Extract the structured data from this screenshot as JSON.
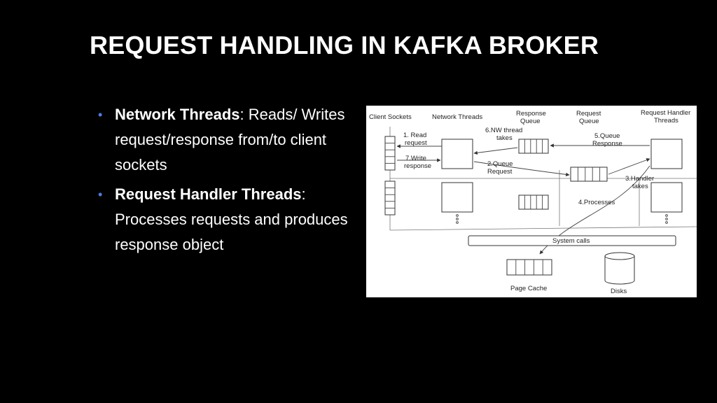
{
  "slide": {
    "title": "REQUEST HANDLING IN KAFKA BROKER",
    "bullets": [
      {
        "bold": "Network Threads",
        "text": ": Reads/ Writes request/response from/to client sockets"
      },
      {
        "bold": "Request Handler Threads",
        "text": ": Processes requests and produces response object"
      }
    ],
    "accent_color": "#4a7fe0"
  },
  "diagram": {
    "headers": {
      "client_sockets": "Client Sockets",
      "network_threads": "Network Threads",
      "response_queue_1": "Response",
      "response_queue_2": "Queue",
      "request_queue_1": "Request",
      "request_queue_2": "Queue",
      "handler_threads_1": "Request Handler",
      "handler_threads_2": "Threads"
    },
    "steps": {
      "s1_a": "1. Read",
      "s1_b": "request",
      "s7_a": "7.Write",
      "s7_b": "response",
      "s6_a": "6.NW thread",
      "s6_b": "takes",
      "s2_a": "2.Queue",
      "s2_b": "Request",
      "s5_a": "5.Queue",
      "s5_b": "Response",
      "s3_a": "3.Handler",
      "s3_b": "takes",
      "s4": "4.Processes"
    },
    "system_calls": "System calls",
    "page_cache": "Page Cache",
    "disks": "Disks"
  }
}
